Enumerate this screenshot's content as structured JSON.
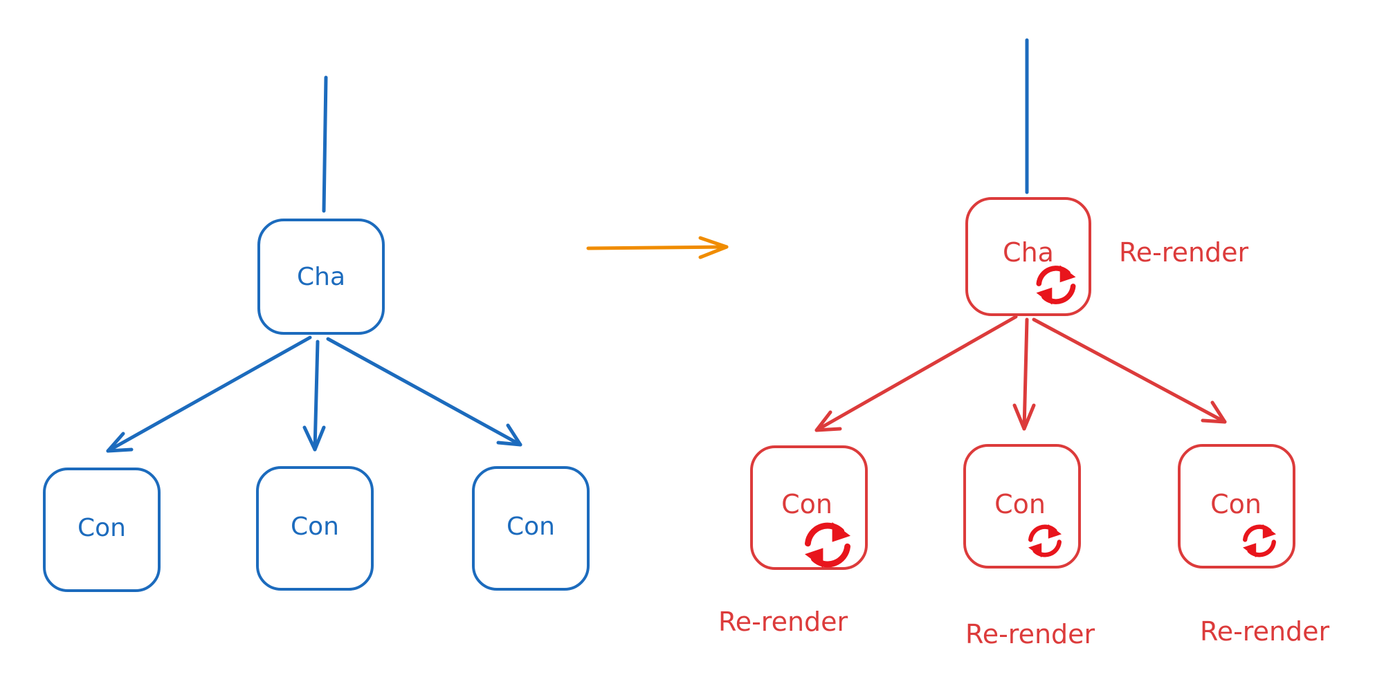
{
  "colors": {
    "blue": "#1c6bbd",
    "red": "#dc3b3b",
    "orange": "#f08c00",
    "refresh": "#e8151c"
  },
  "before": {
    "parent": {
      "label": "Cha"
    },
    "children": [
      {
        "label": "Con"
      },
      {
        "label": "Con"
      },
      {
        "label": "Con"
      }
    ]
  },
  "after": {
    "parent": {
      "label": "Cha",
      "status": "Re-render",
      "icon": "refresh-icon"
    },
    "children": [
      {
        "label": "Con",
        "status": "Re-render",
        "icon": "refresh-icon"
      },
      {
        "label": "Con",
        "status": "Re-render",
        "icon": "refresh-icon"
      },
      {
        "label": "Con",
        "status": "Re-render",
        "icon": "refresh-icon"
      }
    ]
  }
}
